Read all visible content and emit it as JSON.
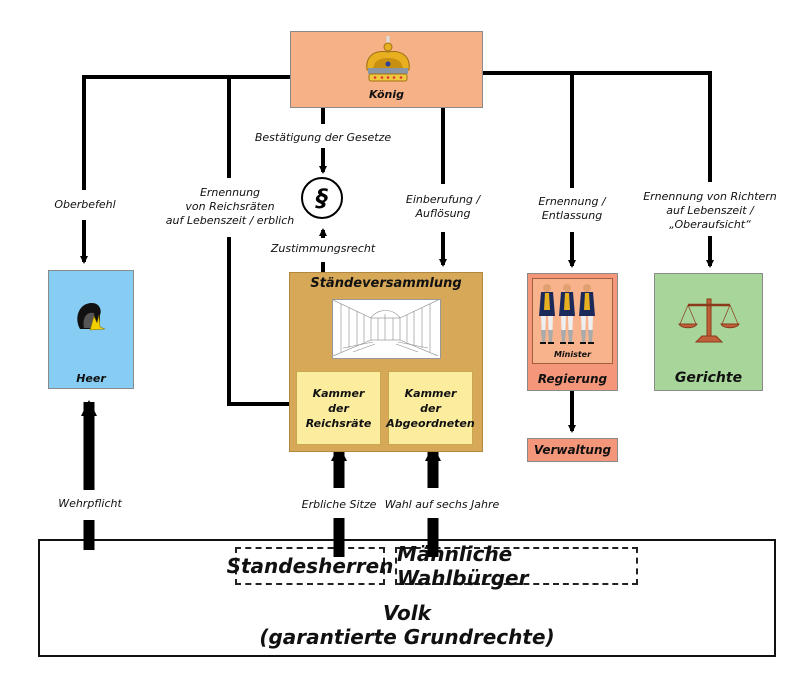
{
  "diagram": {
    "title": "Verfassung Bayern – Staatsaufbau",
    "nodes": {
      "koenig": {
        "label": "König",
        "icon": "crown-icon",
        "color": "#f7b187"
      },
      "paragraph": {
        "symbol": "§"
      },
      "heer": {
        "label": "Heer",
        "icon": "helmet-icon",
        "color": "#87cdf3"
      },
      "staendeversammlung": {
        "label": "Ständeversammlung",
        "icon": "parliament-hall-icon",
        "color": "#d6a857",
        "chambers": [
          {
            "label_lines": [
              "Kammer",
              "der",
              "Reichsräte"
            ]
          },
          {
            "label_lines": [
              "Kammer",
              "der",
              "Abgeordneten"
            ]
          }
        ]
      },
      "regierung": {
        "label": "Regierung",
        "sublabel": "Minister",
        "icon": "ministers-icon",
        "color": "#f4967a"
      },
      "verwaltung": {
        "label": "Verwaltung"
      },
      "gerichte": {
        "label": "Gerichte",
        "icon": "scales-icon",
        "color": "#a8d59a"
      },
      "volk": {
        "label": "Volk",
        "sublabel": "(garantierte Grundrechte)",
        "groups": [
          "Standesherren",
          "Männliche Wahlbürger"
        ]
      }
    },
    "edges": {
      "oberbefehl": [
        "Oberbefehl"
      ],
      "ernennung_reichsraete": [
        "Ernennung",
        "von Reichsräten",
        "auf Lebenszeit / erblich"
      ],
      "bestaetigung": [
        "Bestätigung der Gesetze"
      ],
      "zustimmung": [
        "Zustimmungsrecht"
      ],
      "einberufung": [
        "Einberufung /",
        "Auflösung"
      ],
      "ernennung_entlassung": [
        "Ernennung /",
        "Entlassung"
      ],
      "ernennung_richter": [
        "Ernennung von Richtern",
        "auf Lebenszeit /",
        "„Oberaufsicht“"
      ],
      "wehrpflicht": [
        "Wehrpflicht"
      ],
      "erbliche_sitze": [
        "Erbliche Sitze"
      ],
      "wahl": [
        "Wahl auf sechs Jahre"
      ]
    }
  }
}
